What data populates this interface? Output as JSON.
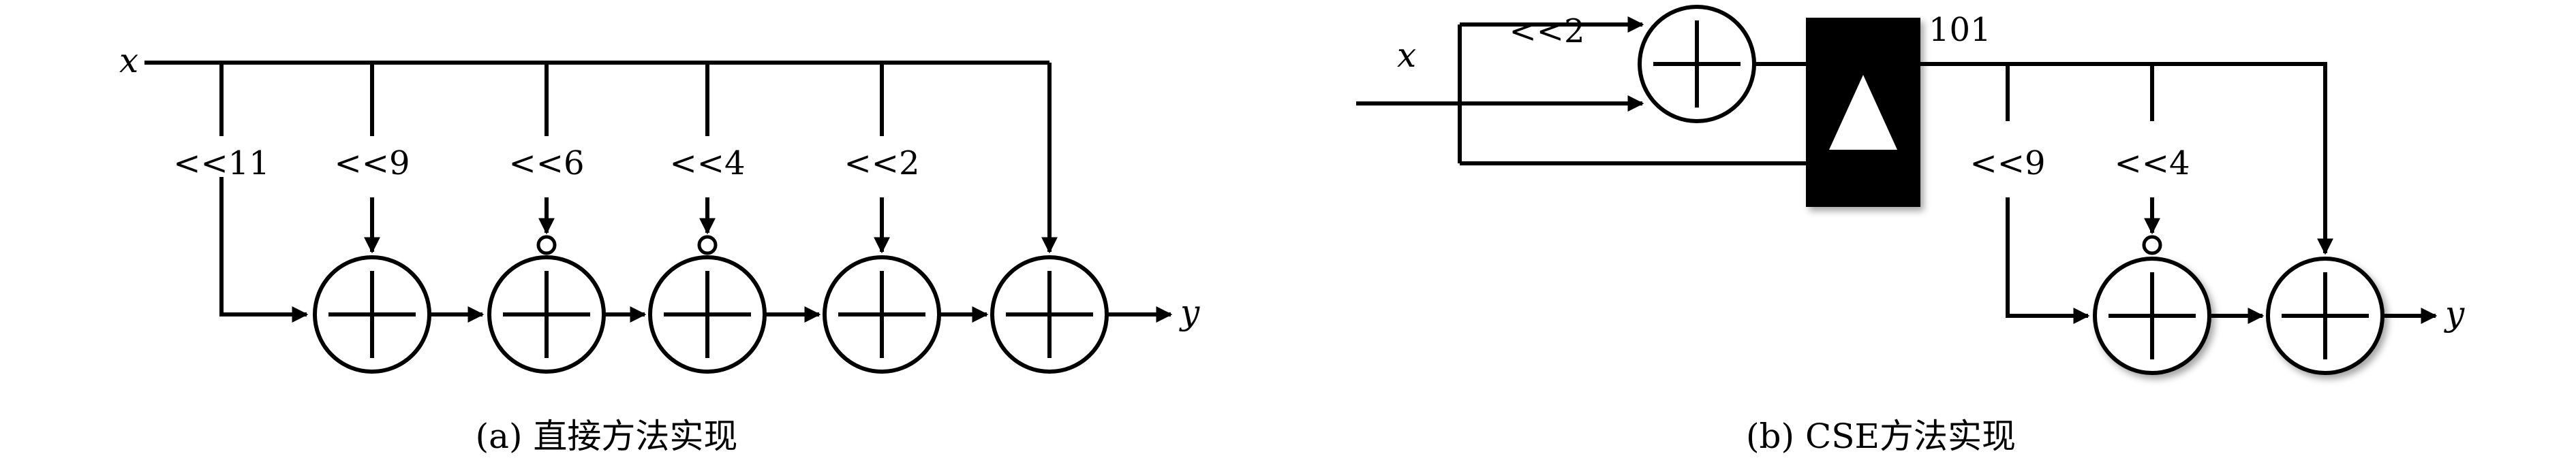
{
  "left": {
    "input": "x",
    "output": "y",
    "shifts": [
      "<<11",
      "<<9",
      "<<6",
      "<<4",
      "<<2"
    ],
    "negated_shifts": [
      "<<6",
      "<<4"
    ],
    "caption": "(a) 直接方法实现"
  },
  "right": {
    "input": "x",
    "output": "y",
    "pre_shift": "<<2",
    "subexpr": "101",
    "shifts": [
      "<<9",
      "<<4"
    ],
    "negated_shifts": [
      "<<4"
    ],
    "caption": "(b) CSE方法实现",
    "block_icon": "delay-triangle-icon"
  }
}
